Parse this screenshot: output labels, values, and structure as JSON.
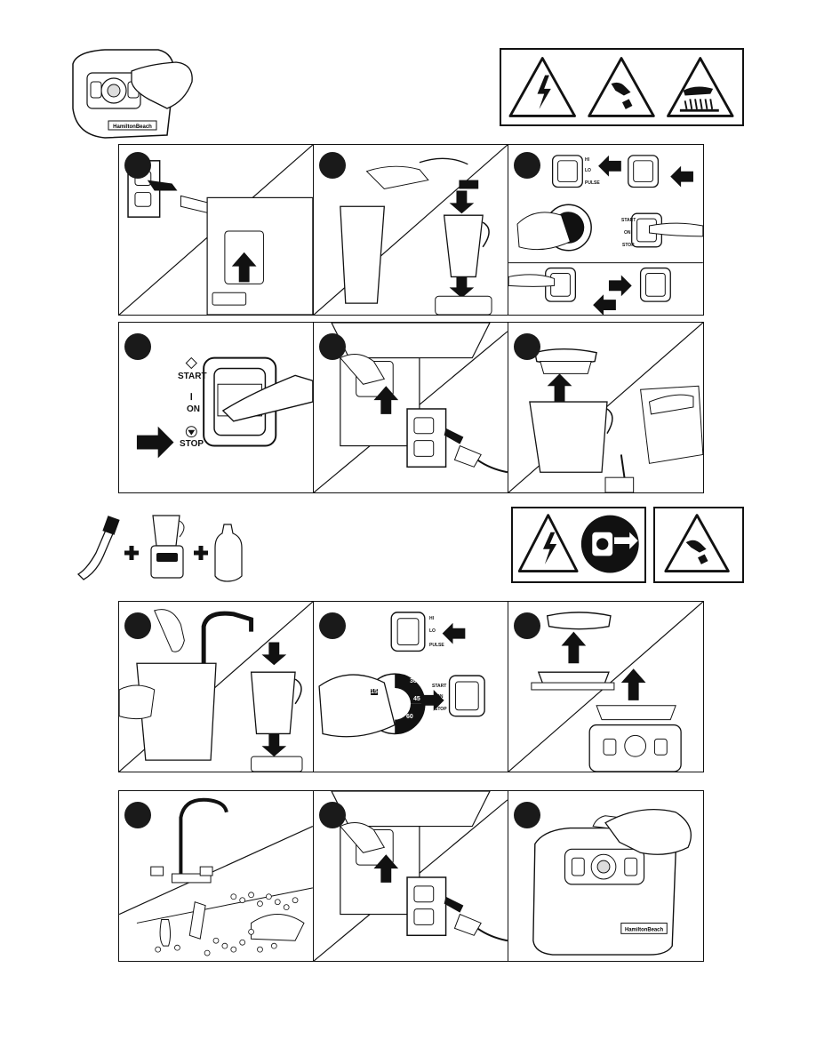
{
  "controls": {
    "start_label": "START",
    "on_label": "ON",
    "stop_label": "STOP",
    "hi_label": "HI",
    "lo_label": "LO",
    "pulse_label": "PULSE"
  },
  "timer_dial": {
    "marks": [
      "15",
      "30",
      "45",
      "60"
    ]
  },
  "brand": {
    "logo_text": "HamiltonBeach"
  },
  "icons": {
    "electric_shock": "lightning-warning-icon",
    "blade_hazard": "hand-blade-warning-icon",
    "hot_surface": "hot-surface-warning-icon",
    "unplug": "unplug-icon",
    "brush": "brush-icon",
    "soap": "dish-soap-icon"
  },
  "colors": {
    "ink": "#111111",
    "panel_bg": "#ffffff",
    "step_marker": "#1a1a1a"
  }
}
